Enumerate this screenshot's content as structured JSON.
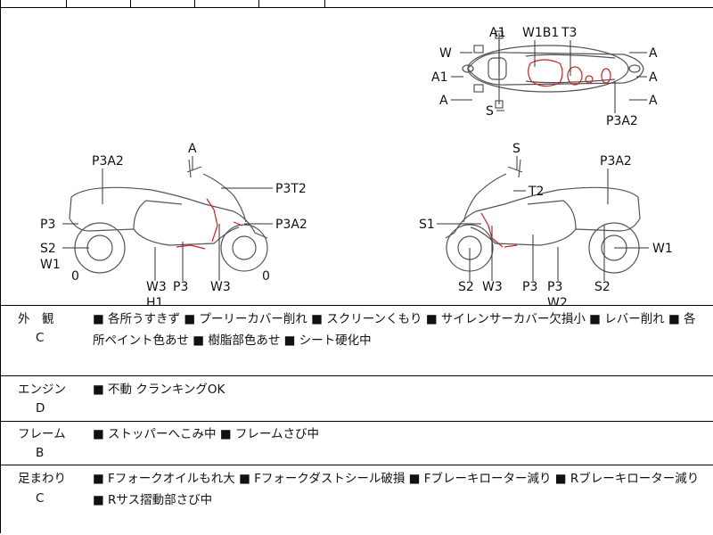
{
  "top_row_partial": "(( / / / / / ))",
  "diagram": {
    "labels": {
      "top_view": [
        "A1",
        "W1B1",
        "T3",
        "W",
        "A1",
        "A",
        "S",
        "A",
        "A",
        "A",
        "P3A2"
      ],
      "left_view": [
        "A",
        "P3A2",
        "P3T2",
        "P3",
        "P3A2",
        "S2",
        "W1",
        "0",
        "W3",
        "H1",
        "P3",
        "W3",
        "0"
      ],
      "right_view": [
        "S",
        "P3A2",
        "T2",
        "S1",
        "W1",
        "S2",
        "W3",
        "P3",
        "P3",
        "W2",
        "S2"
      ]
    }
  },
  "sections": [
    {
      "label": "外　観",
      "grade": "C",
      "notes": "■ 各所うすきず ■ プーリーカバー削れ ■ スクリーンくもり ■ サイレンサーカバー欠損小 ■ レバー削れ ■ 各所ペイント色あせ ■ 樹脂部色あせ ■ シート硬化中"
    },
    {
      "label": "エンジン",
      "grade": "D",
      "notes": "■ 不動 クランキングOK"
    },
    {
      "label": "フレーム",
      "grade": "B",
      "notes": "■ ストッパーへこみ中 ■ フレームさび中"
    },
    {
      "label": "足まわり",
      "grade": "C",
      "notes": "■ Fフォークオイルもれ大 ■ Fフォークダストシール破損 ■ Fブレーキローター減り ■ Rブレーキローター減り ■ Rサス摺動部さび中"
    }
  ]
}
